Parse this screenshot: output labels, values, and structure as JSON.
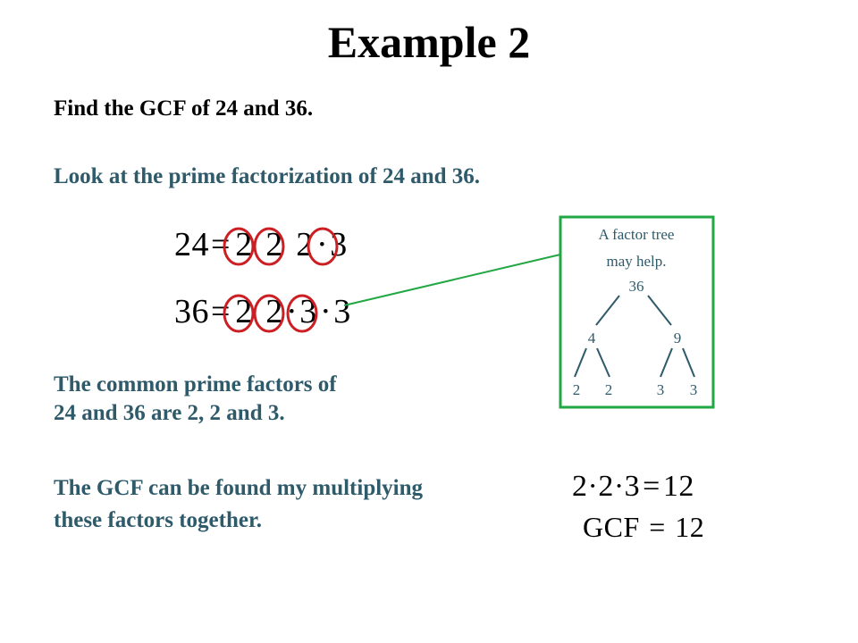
{
  "title": "Example 2",
  "problem": "Find the GCF of 24 and 36.",
  "instruction": "Look at the prime factorization of 24 and 36.",
  "factorization_24": {
    "lhs": "24",
    "eq": "=",
    "factors": [
      "2",
      "2",
      "2",
      "3"
    ],
    "ops": [
      "",
      "",
      "·"
    ]
  },
  "factorization_36": {
    "lhs": "36",
    "eq": "=",
    "factors": [
      "2",
      "2",
      "3",
      "3"
    ],
    "ops": [
      "",
      "·",
      "·"
    ]
  },
  "common_text": {
    "line1": "The common prime factors of",
    "line2": "24 and 36 are 2, 2 and 3."
  },
  "gcf_text": {
    "line1": "The GCF can be found my multiplying",
    "line2": "these factors together."
  },
  "product": {
    "lhs": "2·2·3",
    "eq": "=",
    "rhs": "12"
  },
  "gcf_result": "GCF = 12",
  "factor_tree": {
    "caption_line1": "A factor tree",
    "caption_line2": "may help.",
    "root": "36",
    "level1": [
      "4",
      "9"
    ],
    "level2": [
      "2",
      "2",
      "3",
      "3"
    ]
  },
  "colors": {
    "circle": "#cc1f24",
    "connector": "#22a745",
    "box_border": "#22a745",
    "teal_text": "#2e5a6a"
  }
}
